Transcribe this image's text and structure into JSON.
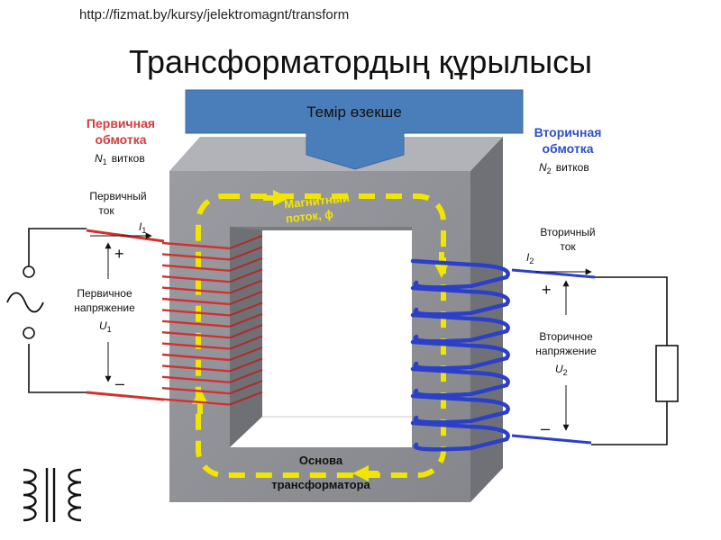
{
  "header": {
    "url": "http://fizmat.by/kursy/jelektromagnt/transform",
    "title": "Трансформатордың құрылысы"
  },
  "callout": {
    "label": "Темір өзекше"
  },
  "diagram": {
    "primary_winding": {
      "line1": "Первичная",
      "line2": "обмотка",
      "turns_symbol": "N",
      "turns_sub": "1",
      "turns_word": "витков"
    },
    "secondary_winding": {
      "line1": "Вторичная",
      "line2": "обмотка",
      "turns_symbol": "N",
      "turns_sub": "2",
      "turns_word": "витков"
    },
    "primary_current": {
      "line1": "Первичный",
      "line2": "ток",
      "symbol": "I",
      "sub": "1"
    },
    "secondary_current": {
      "line1": "Вторичный",
      "line2": "ток",
      "symbol": "I",
      "sub": "2"
    },
    "primary_voltage": {
      "line1": "Первичное",
      "line2": "напряжение",
      "symbol": "U",
      "sub": "1"
    },
    "secondary_voltage": {
      "line1": "Вторичное",
      "line2": "напряжение",
      "symbol": "U",
      "sub": "2"
    },
    "flux": {
      "line1": "Магнитный",
      "line2": "поток, ϕ"
    },
    "core": {
      "line1": "Основа",
      "line2": "трансформатора"
    },
    "plus": "+",
    "minus": "–"
  },
  "colors": {
    "primary": "#d2312f",
    "secondary": "#2b3fc8",
    "flux": "#f2e600",
    "core_front": "#8f9196",
    "core_top": "#a9abb0",
    "callout": "#4a7ebb",
    "primary_label": "#d23c3c",
    "secondary_label": "#2f4fc8"
  }
}
